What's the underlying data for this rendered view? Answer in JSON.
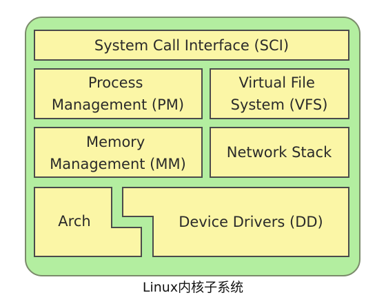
{
  "diagram": {
    "colors": {
      "frame_fill": "#b3eea0",
      "frame_stroke": "#7a8a6a",
      "box_fill": "#fbf6a6",
      "box_stroke": "#4a4a4a"
    },
    "boxes": {
      "sci": {
        "lines": [
          "System Call Interface (SCI)"
        ]
      },
      "pm": {
        "lines": [
          "Process",
          "Management (PM)"
        ]
      },
      "vfs": {
        "lines": [
          "Virtual File",
          "System (VFS)"
        ]
      },
      "mm": {
        "lines": [
          "Memory",
          "Management (MM)"
        ]
      },
      "net": {
        "lines": [
          "Network Stack"
        ]
      },
      "arch": {
        "lines": [
          "Arch"
        ]
      },
      "dd": {
        "lines": [
          "Device Drivers (DD)"
        ]
      }
    }
  },
  "caption": "Linux内核子系统"
}
